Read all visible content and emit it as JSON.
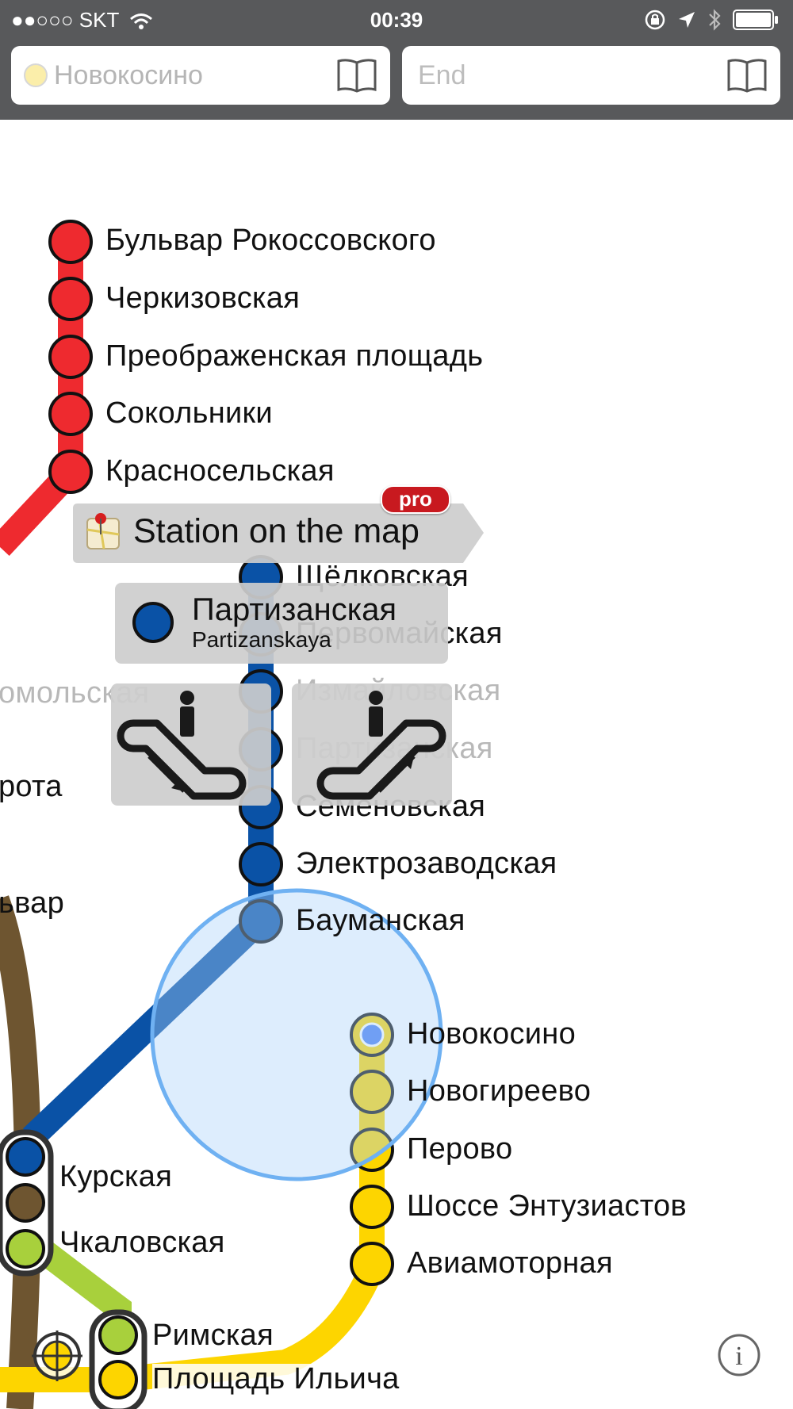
{
  "status_bar": {
    "carrier": "SKT",
    "time": "00:39"
  },
  "search": {
    "start_value": "Новокосино",
    "end_placeholder": "End"
  },
  "popup": {
    "action_label": "Station on the map",
    "badge": "pro",
    "station_name": "Партизанская",
    "station_translit": "Partizanskaya"
  },
  "stations": {
    "red": [
      "Бульвар Рокоссовского",
      "Черкизовская",
      "Преображенская площадь",
      "Сокольники",
      "Красносельская"
    ],
    "blue": [
      "Щёлковская",
      "Первомайская",
      "Измайловская",
      "Партизанская",
      "Семёновская",
      "Электрозаводская",
      "Бауманская"
    ],
    "left_partial": [
      "омольская",
      "рота",
      "ьвар"
    ],
    "yellow": [
      "Новокосино",
      "Новогиреево",
      "Перово",
      "Шоссе Энтузиастов",
      "Авиамоторная"
    ],
    "transfer": [
      "Курская",
      "Чкаловская",
      "Римская",
      "Площадь Ильича"
    ]
  },
  "colors": {
    "line_red": "#ee2a2f",
    "line_blue": "#0a52a6",
    "line_yellow": "#fdd500",
    "line_brown": "#6e5530",
    "line_lightgreen": "#a8d03c",
    "status_bar_bg": "#58595b",
    "selection_circle": "#6fb1f2"
  }
}
